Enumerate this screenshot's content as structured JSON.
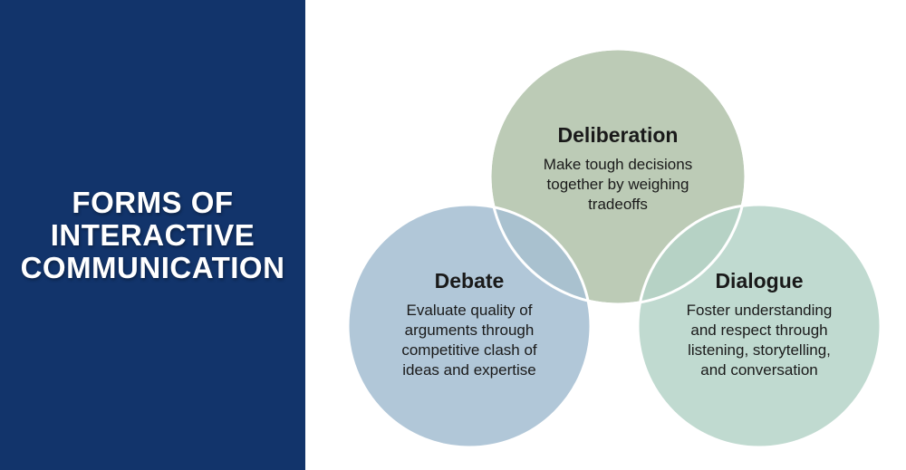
{
  "colors": {
    "panel": "#12346b",
    "deliberation": "#bccbb6",
    "debate": "#a6bfd3",
    "dialogue": "#b5d4c8",
    "outline": "#ffffff"
  },
  "title": {
    "lines": [
      "FORMS OF",
      "INTERACTIVE",
      "COMMUNICATION"
    ]
  },
  "circles": {
    "deliberation": {
      "heading": "Deliberation",
      "lines": [
        "Make tough decisions",
        "together by weighing",
        "tradeoffs"
      ]
    },
    "debate": {
      "heading": "Debate",
      "lines": [
        "Evaluate quality of",
        "arguments through",
        "competitive clash of",
        "ideas and expertise"
      ]
    },
    "dialogue": {
      "heading": "Dialogue",
      "lines": [
        "Foster understanding",
        "and respect through",
        "listening, storytelling,",
        "and conversation"
      ]
    }
  }
}
